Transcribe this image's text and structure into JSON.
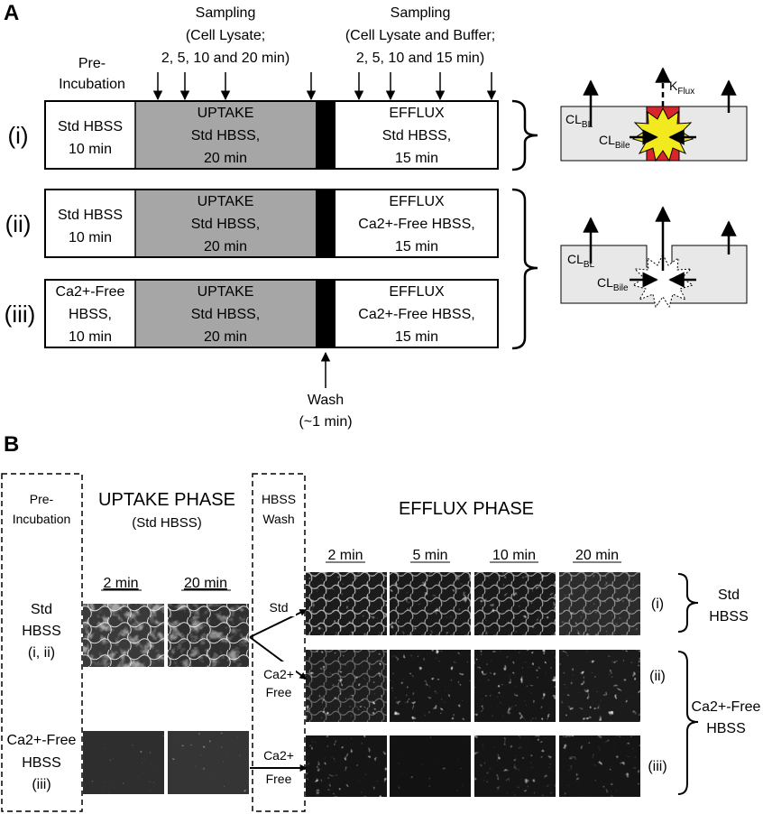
{
  "panel_a": {
    "letter": "A",
    "sampling_uptake": {
      "line1": "Sampling",
      "line2": "(Cell Lysate;",
      "line3": "2, 5, 10 and 20 min)"
    },
    "sampling_efflux": {
      "line1": "Sampling",
      "line2": "(Cell Lysate and Buffer;",
      "line3": "2, 5, 10 and 15 min)"
    },
    "preincubation_heading": {
      "line1": "Pre-",
      "line2": "Incubation"
    },
    "rows": [
      {
        "label": "(i)",
        "pre": {
          "line1": "Std HBSS",
          "line2": "10 min"
        },
        "uptake": {
          "line1": "UPTAKE",
          "line2": "Std HBSS,",
          "line3": "20 min"
        },
        "efflux": {
          "line1": "EFFLUX",
          "line2": "Std HBSS,",
          "line3": "15 min"
        }
      },
      {
        "label": "(ii)",
        "pre": {
          "line1": "Std HBSS",
          "line2": "10 min"
        },
        "uptake": {
          "line1": "UPTAKE",
          "line2": "Std HBSS,",
          "line3": "20 min"
        },
        "efflux": {
          "line1": "EFFLUX",
          "line2": "Ca2+-Free HBSS,",
          "line3": "15 min"
        }
      },
      {
        "label": "(iii)",
        "pre": {
          "line1": "Ca2+-Free",
          "line2": "HBSS,",
          "line3": "10 min"
        },
        "uptake": {
          "line1": "UPTAKE",
          "line2": "Std HBSS,",
          "line3": "20 min"
        },
        "efflux": {
          "line1": "EFFLUX",
          "line2": "Ca2+-Free HBSS,",
          "line3": "15 min"
        }
      }
    ],
    "wash": {
      "line1": "Wash",
      "line2": "(~1 min)"
    },
    "schematic": {
      "cl_bl": "CL",
      "cl_bl_sub": "BL",
      "cl_bile": "CL",
      "cl_bile_sub": "Bile",
      "k_flux": "K",
      "k_flux_sub": "Flux"
    },
    "colors": {
      "uptake_fill": "#a6a6a6",
      "cell_fill": "#e8e8e8",
      "junction_red": "#d9262a",
      "bile_yellow": "#f2ea1f"
    }
  },
  "panel_b": {
    "letter": "B",
    "preincubation": {
      "line1": "Pre-",
      "line2": "Incubation"
    },
    "uptake_title": "UPTAKE PHASE",
    "uptake_subtitle": "(Std HBSS)",
    "uptake_times": [
      "2 min",
      "20 min"
    ],
    "wash_title": {
      "line1": "HBSS",
      "line2": "Wash"
    },
    "efflux_title": "EFFLUX PHASE",
    "efflux_times": [
      "2 min",
      "5 min",
      "10 min",
      "20 min"
    ],
    "std_group": {
      "line1": "Std",
      "line2": "HBSS",
      "line3": "(i, ii)"
    },
    "ca_group": {
      "line1": "Ca2+-Free",
      "line2": "HBSS",
      "line3": "(iii)"
    },
    "wash_labels": {
      "std": "Std",
      "ca1": {
        "line1": "Ca2+",
        "line2": "Free"
      },
      "ca2": {
        "line1": "Ca2+",
        "line2": "Free"
      }
    },
    "row_labels": [
      "(i)",
      "(ii)",
      "(iii)"
    ],
    "right_std": {
      "line1": "Std",
      "line2": "HBSS"
    },
    "right_ca": {
      "line1": "Ca2+-Free",
      "line2": "HBSS"
    }
  }
}
